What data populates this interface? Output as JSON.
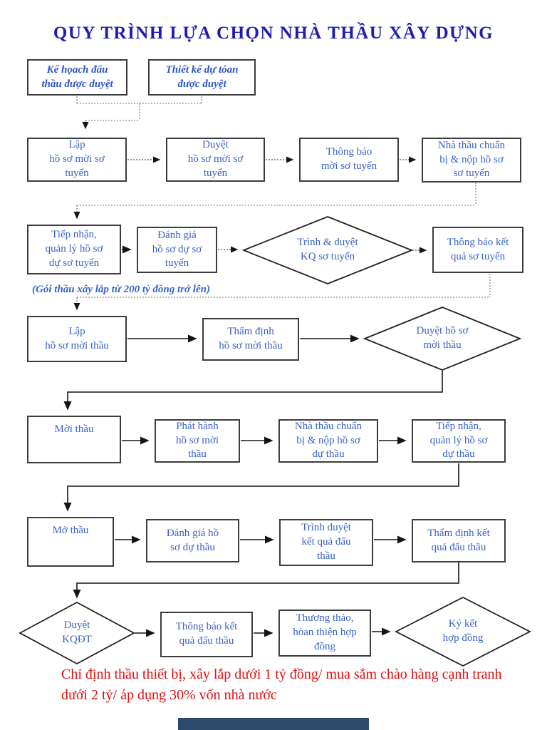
{
  "title": "QUY TRÌNH LỰA CHỌN NHÀ THẦU XÂY DỰNG",
  "colors": {
    "title_blue": "#1d1db0",
    "box_text_blue": "#3a63c8",
    "box_border": "#3d3d3d",
    "line_black": "#151515",
    "dotted_gray": "#8c8c8c",
    "note_red": "#dd1212",
    "bottom_bar": "#2d4a6b"
  },
  "inputs": {
    "plan": "Kế họach đấu\nthầu được duyệt",
    "design": "Thiết kế dự tóan\nđược duyệt"
  },
  "prequalification": {
    "step1": "Lập\nhồ sơ mời sơ\ntuyển",
    "step2": "Duyệt\nhồ sơ mời sơ\ntuyển",
    "step3": "Thông báo\nmời sơ tuyển",
    "step4": "Nhà thầu chuẩn\nbị & nộp hồ sơ\nsơ tuyển",
    "step5": "Tiếp nhận,\nquản lý hồ sơ\ndự sơ tuyển",
    "step6": "Đánh giá\nhồ sơ dự sơ\ntuyển",
    "decision": "Trình & duyệt\nKQ sơ tuyển",
    "step7": "Thông báo kết\nquả sơ tuyển",
    "scope_note": "(Gói thầu xây lắp từ 200 tỷ đồng trở lên)"
  },
  "bidding": {
    "step1": "Lập\nhồ sơ mời thầu",
    "step2": "Thẩm định\nhồ sơ mời thầu",
    "decision1": "Duyệt hồ sơ\nmời thầu",
    "step3": "Mời thầu",
    "step4": "Phát hành\nhồ sơ mời\nthầu",
    "step5": "Nhà thầu chuẩn\nbị & nộp hồ sơ\ndự thầu",
    "step6": "Tiếp nhận,\nquản lý hồ sơ\ndự thầu",
    "step7": "Mở thầu",
    "step8": "Đánh giá hồ\nsơ dự thầu",
    "step9": "Trình duyệt\nkết quả đấu\nthầu",
    "step10": "Thẩm định kết\nquả đấu thầu",
    "decision2": "Duyệt\nKQĐT",
    "step11": "Thông báo kết\nquả đấu thầu",
    "step12": "Thương thảo,\nhòan thiện hợp\nđồng",
    "decision3": "Ký kết\nhợp đồng"
  },
  "footer_note": "Chỉ định thầu thiết bị, xây lắp dưới 1 tỷ đồng/ mua sắm chào hàng cạnh tranh\ndưới 2 tỷ/ áp dụng 30% vốn nhà nước"
}
